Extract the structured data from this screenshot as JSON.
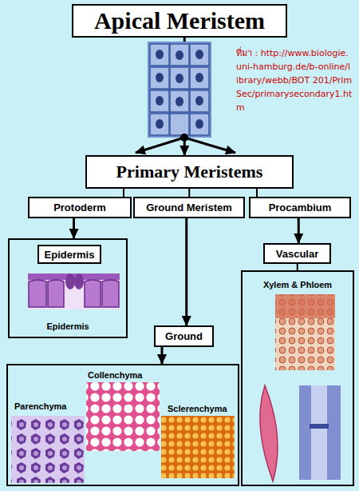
{
  "diagram": {
    "nodes": [
      {
        "text": [
          "Apical Meristem"
        ]
      },
      {
        "text": [
          "Primary Meristems"
        ]
      },
      {
        "text": [
          "Protoderm"
        ]
      },
      {
        "text": [
          "Ground Meristem"
        ]
      },
      {
        "text": [
          "Procambium"
        ]
      },
      {
        "text": [
          "Epidermis"
        ]
      },
      {
        "text": [
          "Epidermis"
        ],
        "in": 5
      },
      {
        "text": [
          "Ground"
        ]
      },
      {
        "text": [
          "Parenchyma",
          "Collenchyma",
          "Sclerenchyma"
        ]
      },
      {
        "text": [
          "Vascular"
        ]
      },
      {
        "text": [
          "Xylem & Phloem"
        ]
      }
    ],
    "edges": [
      {
        "from": 0,
        "to": 1,
        "arrow": "to"
      },
      {
        "from": 1,
        "to": 2,
        "arrow": "none"
      },
      {
        "from": 1,
        "to": 3,
        "arrow": "none"
      },
      {
        "from": 1,
        "to": 4,
        "arrow": "none"
      },
      {
        "from": 2,
        "to": 5,
        "arrow": "to"
      },
      {
        "from": 3,
        "to": 7,
        "arrow": "to"
      },
      {
        "from": 4,
        "to": 9,
        "arrow": "to"
      },
      {
        "from": 7,
        "to": 8,
        "arrow": "to"
      },
      {
        "from": 9,
        "to": 10,
        "arrow": "none"
      }
    ],
    "labels": [
      "ที่มา : http://www.biologie.uni-hamburg.de/b-online/library/webb/BOT 201/PrimSec/primarysecondary1.htm"
    ]
  }
}
